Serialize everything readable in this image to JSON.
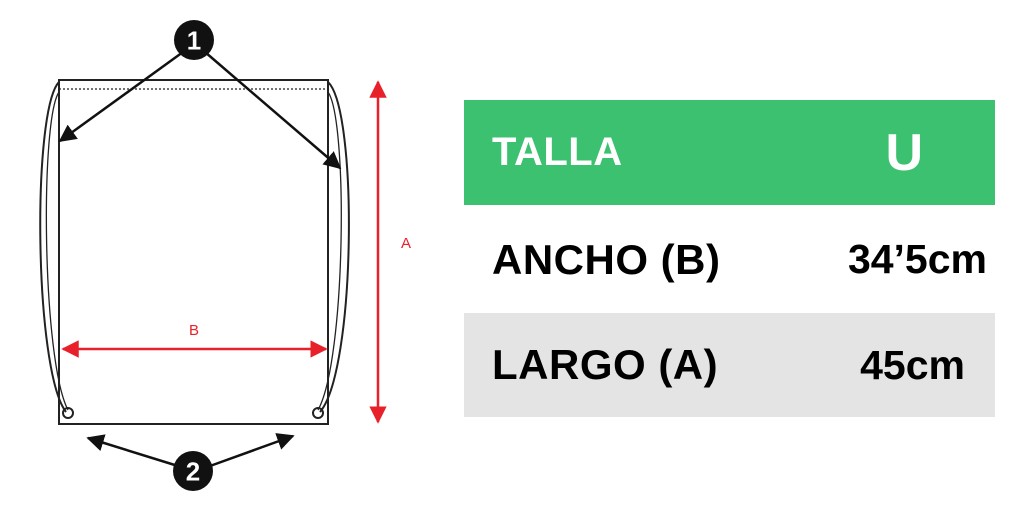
{
  "diagram": {
    "callout_1": "1",
    "callout_2": "2",
    "dimension_a": "A",
    "dimension_b": "B",
    "colors": {
      "outline": "#222222",
      "dimension": "#e8202a",
      "badge": "#111111"
    }
  },
  "table": {
    "header": {
      "label": "TALLA",
      "value": "U"
    },
    "rows": [
      {
        "label": "ANCHO (B)",
        "value": "34’5cm"
      },
      {
        "label": "LARGO (A)",
        "value": "45cm"
      }
    ],
    "colors": {
      "header_bg": "#3cc171",
      "header_text": "#ffffff",
      "alt_row_bg": "#e4e4e4",
      "text": "#000000"
    }
  }
}
